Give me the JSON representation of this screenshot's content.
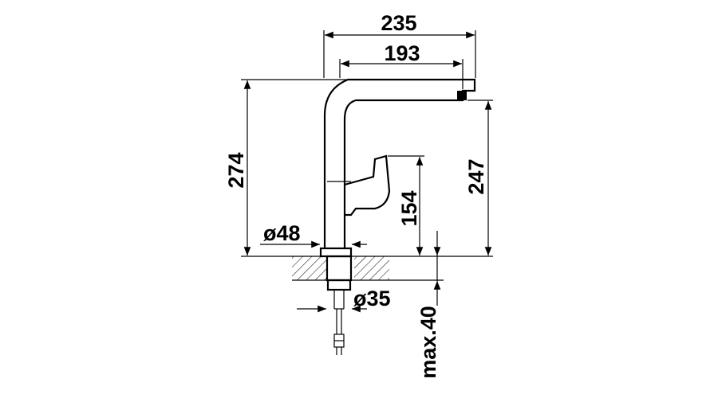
{
  "drawing": {
    "dimensions": {
      "overall_width": "235",
      "spout_reach": "193",
      "overall_height": "274",
      "spout_height": "247",
      "lever_height": "154",
      "base_diameter": "ø48",
      "hole_diameter": "ø35",
      "max_thickness": "max.40"
    }
  },
  "colors": {
    "line": "#000000",
    "background": "#ffffff"
  }
}
